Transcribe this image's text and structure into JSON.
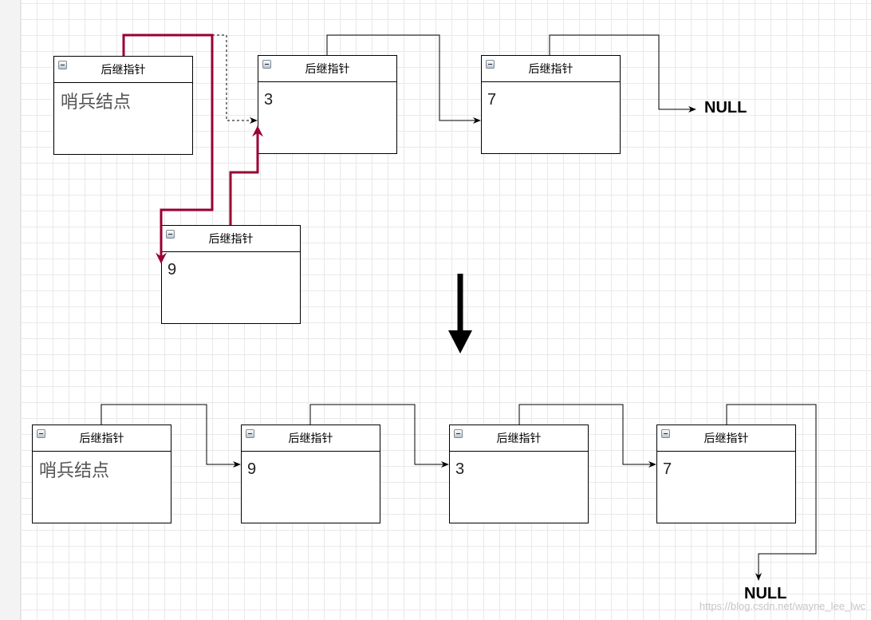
{
  "diagram": {
    "before": {
      "nodes": [
        {
          "header": "后继指针",
          "value": "哨兵结点"
        },
        {
          "header": "后继指针",
          "value": "3"
        },
        {
          "header": "后继指针",
          "value": "7"
        },
        {
          "header": "后继指针",
          "value": "9"
        }
      ],
      "null_label": "NULL"
    },
    "after": {
      "nodes": [
        {
          "header": "后继指针",
          "value": "哨兵结点"
        },
        {
          "header": "后继指针",
          "value": "9"
        },
        {
          "header": "后继指针",
          "value": "3"
        },
        {
          "header": "后继指针",
          "value": "7"
        }
      ],
      "null_label": "NULL"
    },
    "node_icon": "collapse-icon",
    "colors": {
      "edge": "#000000",
      "highlight": "#990033",
      "grid": "#e9e9e9"
    }
  },
  "watermark": "https://blog.csdn.net/wayne_lee_lwc"
}
